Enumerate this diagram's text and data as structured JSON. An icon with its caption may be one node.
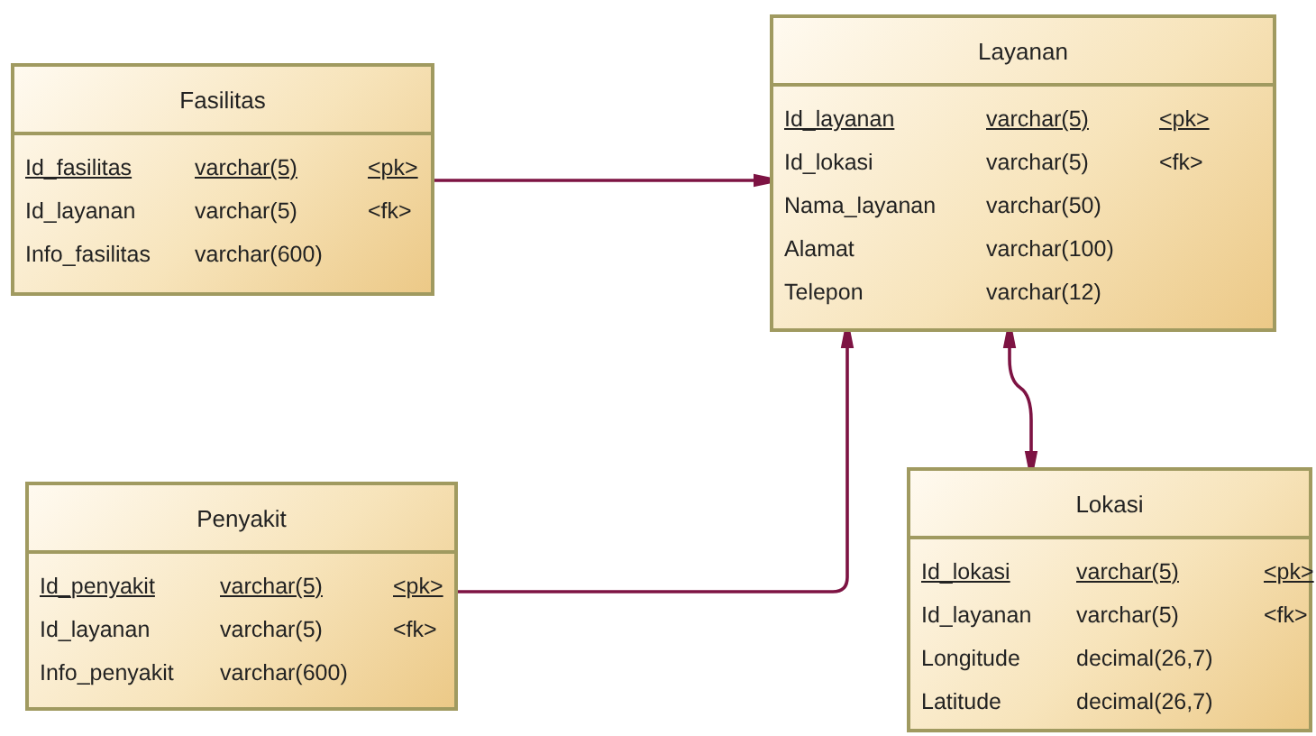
{
  "diagram": {
    "nodes": [
      {
        "text": [
          "Fasilitas",
          "Id_fasilitas",
          "varchar(5)",
          "<pk>",
          "Id_layanan",
          "varchar(5)",
          "<fk>",
          "Info_fasilitas",
          "varchar(600)"
        ]
      },
      {
        "text": [
          "Layanan",
          "Id_layanan",
          "varchar(5)",
          "<pk>",
          "Id_lokasi",
          "varchar(5)",
          "<fk>",
          "Nama_layanan",
          "varchar(50)",
          "Alamat",
          "varchar(100)",
          "Telepon",
          "varchar(12)"
        ]
      },
      {
        "text": [
          "Penyakit",
          "Id_penyakit",
          "varchar(5)",
          "<pk>",
          "Id_layanan",
          "varchar(5)",
          "<fk>",
          "Info_penyakit",
          "varchar(600)"
        ]
      },
      {
        "text": [
          "Lokasi",
          "Id_lokasi",
          "varchar(5)",
          "<pk>",
          "Id_layanan",
          "varchar(5)",
          "<fk>",
          "Longitude",
          "decimal(26,7)",
          "Latitude",
          "decimal(26,7)"
        ]
      }
    ],
    "edges": [
      {
        "from": 0,
        "to": 1,
        "arrow": "to"
      },
      {
        "from": 2,
        "to": 1,
        "arrow": "to"
      },
      {
        "from": 3,
        "to": 1,
        "arrow": "both"
      }
    ]
  }
}
